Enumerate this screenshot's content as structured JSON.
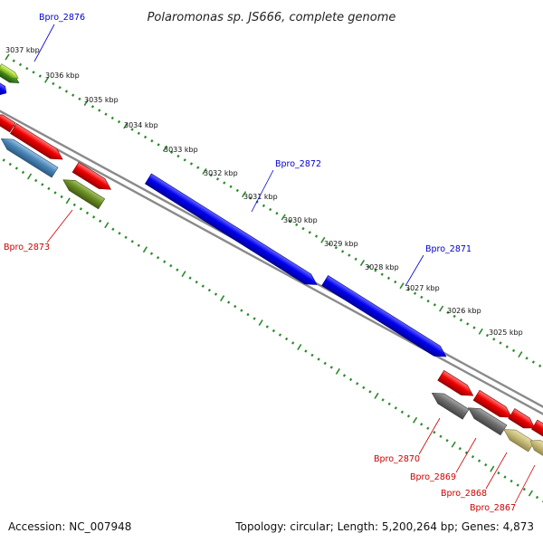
{
  "title": "Polaromonas sp. JS666, complete genome",
  "footer": {
    "accession": "Accession: NC_007948",
    "summary": "Topology: circular; Length: 5,200,264 bp; Genes: 4,873"
  },
  "colors": {
    "backbone": "#8a8a8a",
    "tick_track": "#2a8a2a",
    "label_blue": "#0000cc",
    "label_red": "#cc0000",
    "gene_blue": "#0000ee",
    "gene_red": "#ee0000",
    "gene_steelblue": "#4a86b8",
    "gene_olive": "#6b8e23",
    "gene_gray": "#6e6e6e",
    "gene_khaki": "#c8bd7a",
    "gene_lime": "#a7d93a",
    "gene_green": "#3d8a1e"
  },
  "scale_labels": [
    "3037 kbp",
    "3036 kbp",
    "3035 kbp",
    "3034 kbp",
    "3033 kbp",
    "3032 kbp",
    "3031 kbp",
    "3030 kbp",
    "3029 kbp",
    "3028 kbp",
    "3027 kbp",
    "3026 kbp",
    "3025 kbp"
  ],
  "gene_labels": [
    {
      "text": "Bpro_2876",
      "strand": "forward"
    },
    {
      "text": "Bpro_2872",
      "strand": "forward"
    },
    {
      "text": "Bpro_2871",
      "strand": "forward"
    },
    {
      "text": "Bpro_2873",
      "strand": "reverse"
    },
    {
      "text": "Bpro_2870",
      "strand": "reverse"
    },
    {
      "text": "Bpro_2869",
      "strand": "reverse"
    },
    {
      "text": "Bpro_2868",
      "strand": "reverse"
    },
    {
      "text": "Bpro_2867",
      "strand": "reverse"
    }
  ]
}
